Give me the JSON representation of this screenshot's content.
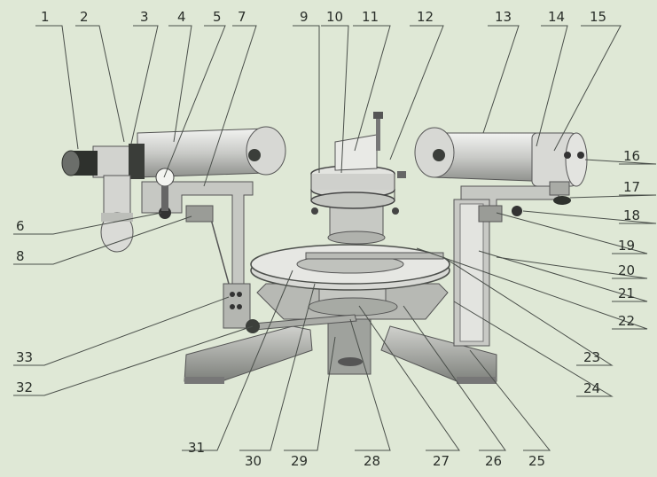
{
  "diagram": {
    "colors": {
      "background": "#dfe8d6",
      "metal": "#c8c9c6",
      "dark": "#3a3d3a",
      "leader": "#4a4f4a"
    },
    "labels": {
      "l1": "1",
      "l2": "2",
      "l3": "3",
      "l4": "4",
      "l5": "5",
      "l6": "6",
      "l7": "7",
      "l8": "8",
      "l9": "9",
      "l10": "10",
      "l11": "11",
      "l12": "12",
      "l13": "13",
      "l14": "14",
      "l15": "15",
      "l16": "16",
      "l17": "17",
      "l18": "18",
      "l19": "19",
      "l20": "20",
      "l21": "21",
      "l22": "22",
      "l23": "23",
      "l24": "24",
      "l25": "25",
      "l26": "26",
      "l27": "27",
      "l28": "28",
      "l29": "29",
      "l30": "30",
      "l31": "31",
      "l32": "32",
      "l33": "33"
    }
  }
}
